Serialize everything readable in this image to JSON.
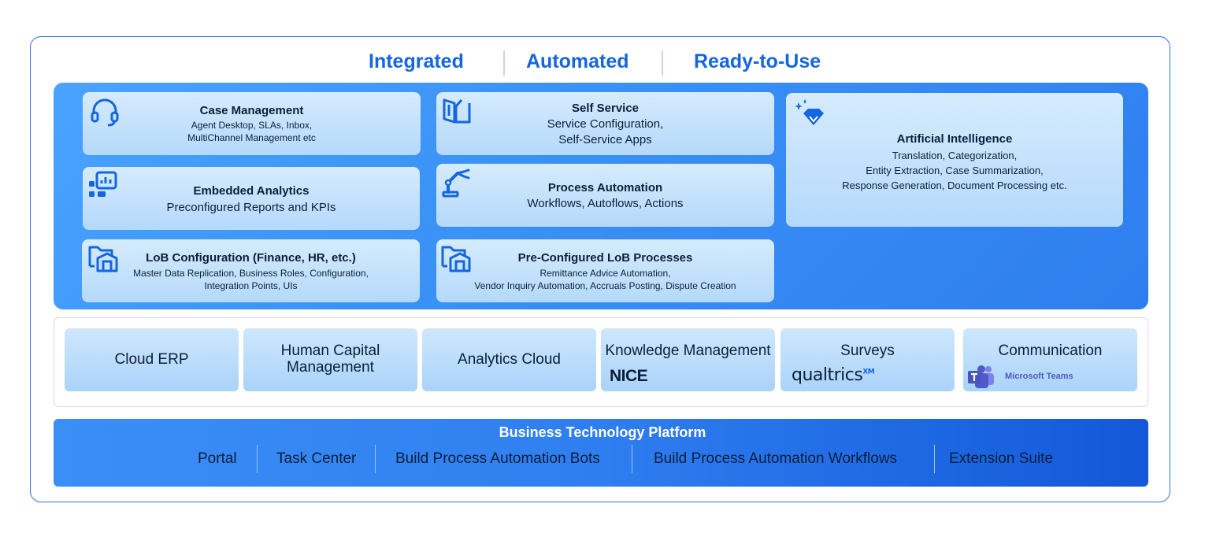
{
  "header": {
    "word1": "Integrated",
    "word2": "Automated",
    "word3": "Ready-to-Use"
  },
  "capabilities": {
    "case_management": {
      "title": "Case Management",
      "line1": "Agent Desktop, SLAs, Inbox,",
      "line2": "MultiChannel Management etc",
      "icon": "headset-icon"
    },
    "self_service": {
      "title": "Self Service",
      "line1": "Service Configuration,",
      "line2": "Self-Service Apps",
      "icon": "book-icon"
    },
    "ai": {
      "title": "Artificial Intelligence",
      "line1": "Translation, Categorization,",
      "line2": "Entity Extraction, Case Summarization,",
      "line3": "Response Generation, Document Processing etc.",
      "icon": "sparkle-gem-icon"
    },
    "analytics": {
      "title": "Embedded Analytics",
      "line1": "Preconfigured Reports and KPIs",
      "icon": "dashboard-icon"
    },
    "process_automation": {
      "title": "Process Automation",
      "line1": "Workflows, Autoflows, Actions",
      "icon": "robot-arm-icon"
    },
    "lob_config": {
      "title": "LoB Configuration (Finance, HR, etc.)",
      "line1": "Master Data Replication, Business Roles, Configuration,",
      "line2": "Integration Points, UIs",
      "icon": "folder-icon"
    },
    "lob_processes": {
      "title": "Pre-Configured LoB Processes",
      "line1": "Remittance Advice Automation,",
      "line2": "Vendor Inquiry Automation, Accruals Posting, Dispute Creation",
      "icon": "folder-icon"
    }
  },
  "integrations": [
    {
      "label": "Cloud ERP"
    },
    {
      "label": "Human Capital",
      "label2": "Management"
    },
    {
      "label": "Analytics Cloud"
    },
    {
      "label": "Knowledge Management",
      "logo": "NICE"
    },
    {
      "label": "Surveys",
      "logo": "qualtrics",
      "logo_sup": "XM"
    },
    {
      "label": "Communication",
      "logo": "Microsoft Teams"
    }
  ],
  "btp": {
    "title": "Business Technology Platform",
    "items": [
      "Portal",
      "Task Center",
      "Build Process Automation Bots",
      "Build Process Automation Workflows",
      "Extension Suite"
    ]
  },
  "colors": {
    "accent": "#1466e0",
    "frame": "#2f6fe0",
    "teams": "#5059c9"
  }
}
